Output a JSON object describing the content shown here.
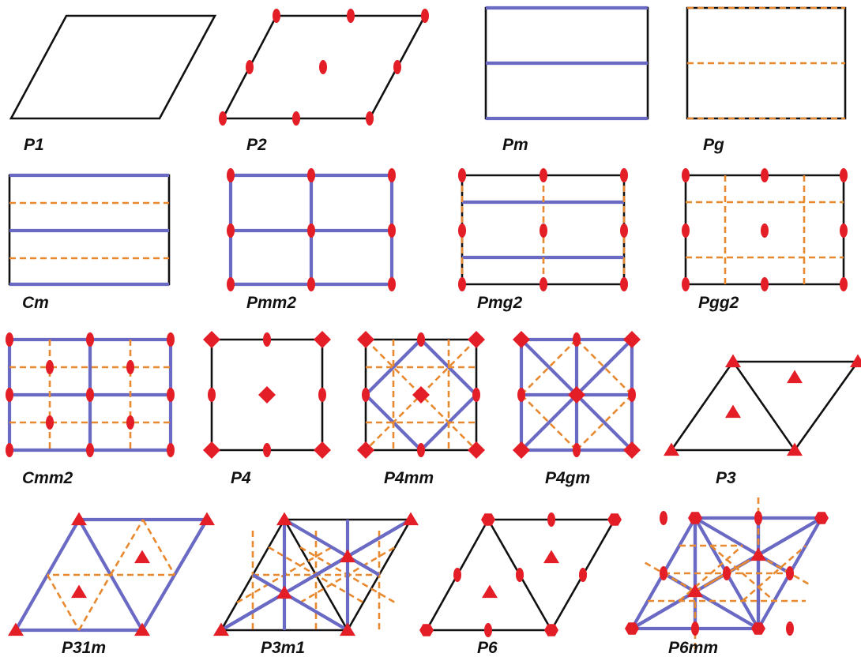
{
  "colors": {
    "cell_edge": "#111111",
    "mirror_line": "#6a6ac4",
    "glide_line": "#e8892f",
    "rotation_center": "#e41e26",
    "background": "#ffffff"
  },
  "symbols": {
    "mirror": "solid-blue-line",
    "glide": "dashed-orange-line",
    "twofold": "red-ellipse",
    "threefold": "red-triangle",
    "fourfold": "red-diamond",
    "sixfold": "red-hexagon"
  },
  "groups": [
    {
      "label": "P1"
    },
    {
      "label": "P2"
    },
    {
      "label": "Pm"
    },
    {
      "label": "Pg"
    },
    {
      "label": "Cm"
    },
    {
      "label": "Pmm2"
    },
    {
      "label": "Pmg2"
    },
    {
      "label": "Pgg2"
    },
    {
      "label": "Cmm2"
    },
    {
      "label": "P4"
    },
    {
      "label": "P4mm"
    },
    {
      "label": "P4gm"
    },
    {
      "label": "P3"
    },
    {
      "label": "P31m"
    },
    {
      "label": "P3m1"
    },
    {
      "label": "P6"
    },
    {
      "label": "P6mm"
    }
  ]
}
